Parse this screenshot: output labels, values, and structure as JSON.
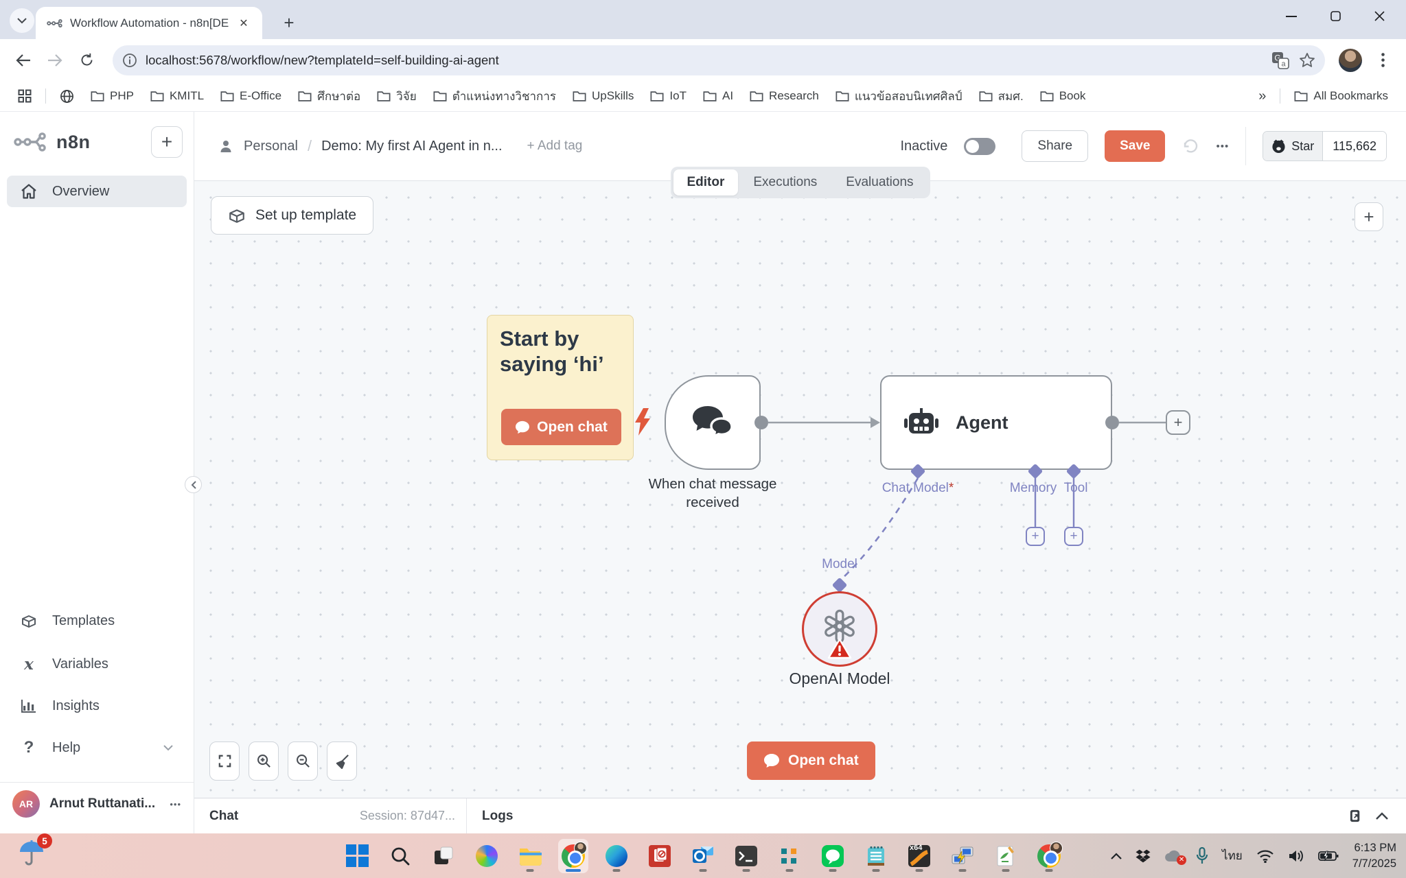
{
  "browser": {
    "tab_title": "Workflow Automation - n8n[DE",
    "url": "localhost:5678/workflow/new?templateId=self-building-ai-agent",
    "bookmarks": [
      "PHP",
      "KMITL",
      "E-Office",
      "ศึกษาต่อ",
      "วิจัย",
      "ตำแหน่งทางวิชาการ",
      "UpSkills",
      "IoT",
      "AI",
      "Research",
      "แนวข้อสอบนิเทศศิลป์",
      "สมศ.",
      "Book"
    ],
    "overflow_chevron": "»",
    "all_bookmarks": "All Bookmarks",
    "new_tab_glyph": "+",
    "close_glyph": "✕"
  },
  "sidebar": {
    "brand": "n8n",
    "add_workflow_glyph": "+",
    "overview": "Overview",
    "items": [
      {
        "label": "Templates"
      },
      {
        "label": "Variables"
      },
      {
        "label": "Insights"
      },
      {
        "label": "Help"
      }
    ],
    "user_initials": "AR",
    "user_name": "Arnut Ruttanati...",
    "user_menu": "•••"
  },
  "header": {
    "project": "Personal",
    "separator": "/",
    "title": "Demo: My first AI Agent in n...",
    "add_tag": "+ Add tag",
    "status_label": "Inactive",
    "share": "Share",
    "save": "Save",
    "menu": "•••",
    "star_label": "Star",
    "star_count": "115,662",
    "tabs": [
      {
        "label": "Editor"
      },
      {
        "label": "Executions"
      },
      {
        "label": "Evaluations"
      }
    ]
  },
  "canvas": {
    "setup_template": "Set up template",
    "sticky_title": "Start by saying ‘hi’",
    "sticky_button": "Open chat",
    "trigger_label": "When chat message received",
    "agent_label": "Agent",
    "port_chat_model": "Chat Model",
    "required_mark": "*",
    "port_memory": "Memory",
    "port_tool": "Tool",
    "model_port": "Model",
    "openai_label": "OpenAI Model",
    "open_chat": "Open chat",
    "plus_glyph": "+"
  },
  "bottom": {
    "chat": "Chat",
    "session": "Session: 87d47...",
    "logs": "Logs"
  },
  "taskbar": {
    "badge": "5",
    "x64_label": "x64",
    "lang": "ไทย",
    "time": "6:13 PM",
    "date": "7/7/2025"
  },
  "icons": {
    "tab_search": "chevron-down",
    "favicon": "n8n-nodes",
    "back": "arrow-left",
    "forward": "arrow-right",
    "reload": "circular-arrow",
    "page_info": "info-circle",
    "translate": "google-translate",
    "bookmark_star": "star-outline",
    "browser_menu": "kebab",
    "window": "minimize / maximize / close",
    "home": "house",
    "templates": "open-box",
    "variables": "italic-x",
    "insights": "bar-chart",
    "help": "question-mark",
    "trigger": "chat-bubbles",
    "agent": "robot",
    "openai": "openai-flower",
    "warning": "red-triangle-exclamation",
    "controls": "fit-view / zoom-in / zoom-out / tidy-broom",
    "github": "octocat-circle"
  },
  "colors": {
    "accent": "#e36d52",
    "purple": "#8084c2",
    "danger": "#cf3e33",
    "node_border": "#8f959c",
    "sticky_bg": "#fbf1ce",
    "canvas_bg": "#f6f8fa"
  }
}
